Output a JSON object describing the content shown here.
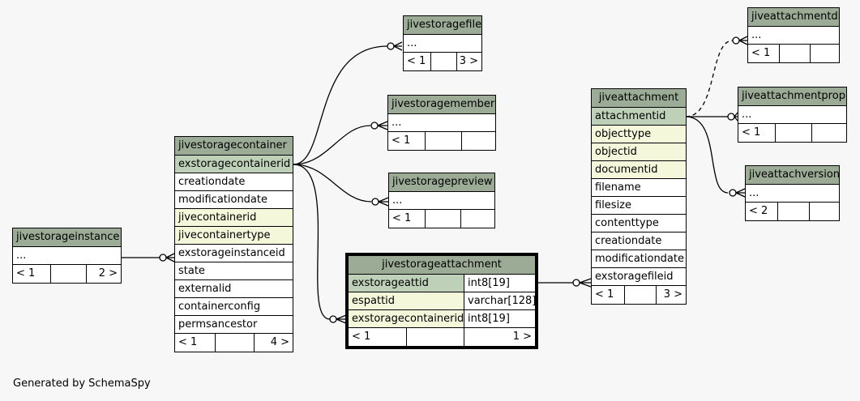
{
  "footer": {
    "generated_by": "Generated by SchemaSpy"
  },
  "tables": {
    "jivestorageinstance": {
      "name": "jivestorageinstance",
      "rows": [
        "..."
      ],
      "foot": {
        "parents": "< 1",
        "children": "2 >"
      }
    },
    "jivestoragecontainer": {
      "name": "jivestoragecontainer",
      "rows": [
        "exstoragecontainerid",
        "creationdate",
        "modificationdate",
        "jivecontainerid",
        "jivecontainertype",
        "exstorageinstanceid",
        "state",
        "externalid",
        "containerconfig",
        "permsancestor"
      ],
      "foot": {
        "parents": "< 1",
        "children": "4 >"
      }
    },
    "jivestoragefile": {
      "name": "jivestoragefile",
      "rows": [
        "..."
      ],
      "foot": {
        "parents": "< 1",
        "children": "3 >"
      }
    },
    "jivestoragemember": {
      "name": "jivestoragemember",
      "rows": [
        "..."
      ],
      "foot": {
        "parents": "< 1",
        "children": ""
      }
    },
    "jivestoragepreview": {
      "name": "jivestoragepreview",
      "rows": [
        "..."
      ],
      "foot": {
        "parents": "< 1",
        "children": ""
      }
    },
    "jivestorageattachment": {
      "name": "jivestorageattachment",
      "columns": [
        {
          "name": "exstorageattid",
          "type": "int8[19]"
        },
        {
          "name": "espattid",
          "type": "varchar[128]"
        },
        {
          "name": "exstoragecontainerid",
          "type": "int8[19]"
        }
      ],
      "foot": {
        "parents": "< 1",
        "children": "1 >"
      }
    },
    "jiveattachment": {
      "name": "jiveattachment",
      "rows": [
        "attachmentid",
        "objecttype",
        "objectid",
        "documentid",
        "filename",
        "filesize",
        "contenttype",
        "creationdate",
        "modificationdate",
        "exstoragefileid"
      ],
      "foot": {
        "parents": "< 1",
        "children": "3 >"
      }
    },
    "jiveattachmentdl": {
      "name": "jiveattachmentdl",
      "rows": [
        "..."
      ],
      "foot": {
        "parents": "< 1",
        "children": ""
      }
    },
    "jiveattachmentprop": {
      "name": "jiveattachmentprop",
      "rows": [
        "..."
      ],
      "foot": {
        "parents": "< 1",
        "children": ""
      }
    },
    "jiveattachversion": {
      "name": "jiveattachversion",
      "rows": [
        "..."
      ],
      "foot": {
        "parents": "< 2",
        "children": ""
      }
    }
  }
}
